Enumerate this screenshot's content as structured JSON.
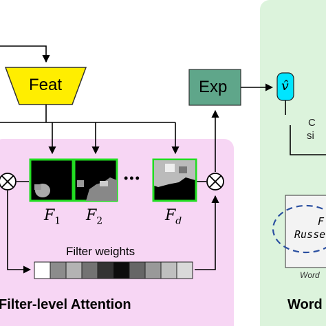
{
  "nodes": {
    "feat": "Feat",
    "exp": "Exp",
    "v_hat": "v̂"
  },
  "filters": [
    {
      "base": "F",
      "sub": "1"
    },
    {
      "base": "F",
      "sub": "2"
    },
    {
      "base": "F",
      "sub": "d"
    }
  ],
  "ellipsis": "•••",
  "weights_label": "Filter weights",
  "weights": [
    1.0,
    0.55,
    0.7,
    0.45,
    0.2,
    0.05,
    0.4,
    0.6,
    0.75,
    0.85
  ],
  "panels": {
    "left_title": "Filter-level Attention",
    "right_title_fragment": "Word"
  },
  "right_panel": {
    "cosine_fragment_1": "C",
    "cosine_fragment_2": "si",
    "word_fragment_1": "F",
    "word_fragment_2": "Russe",
    "caption_fragment": "Word"
  },
  "colors": {
    "left_panel_bg": "#f7d6f4",
    "right_panel_bg": "#dcf3dc",
    "feat_fill": "#ffee00",
    "exp_fill": "#5fa68a",
    "v_hat_fill": "#00e5ff",
    "filter_border": "#22dd22",
    "dash_ellipse": "#2a4fa0"
  }
}
